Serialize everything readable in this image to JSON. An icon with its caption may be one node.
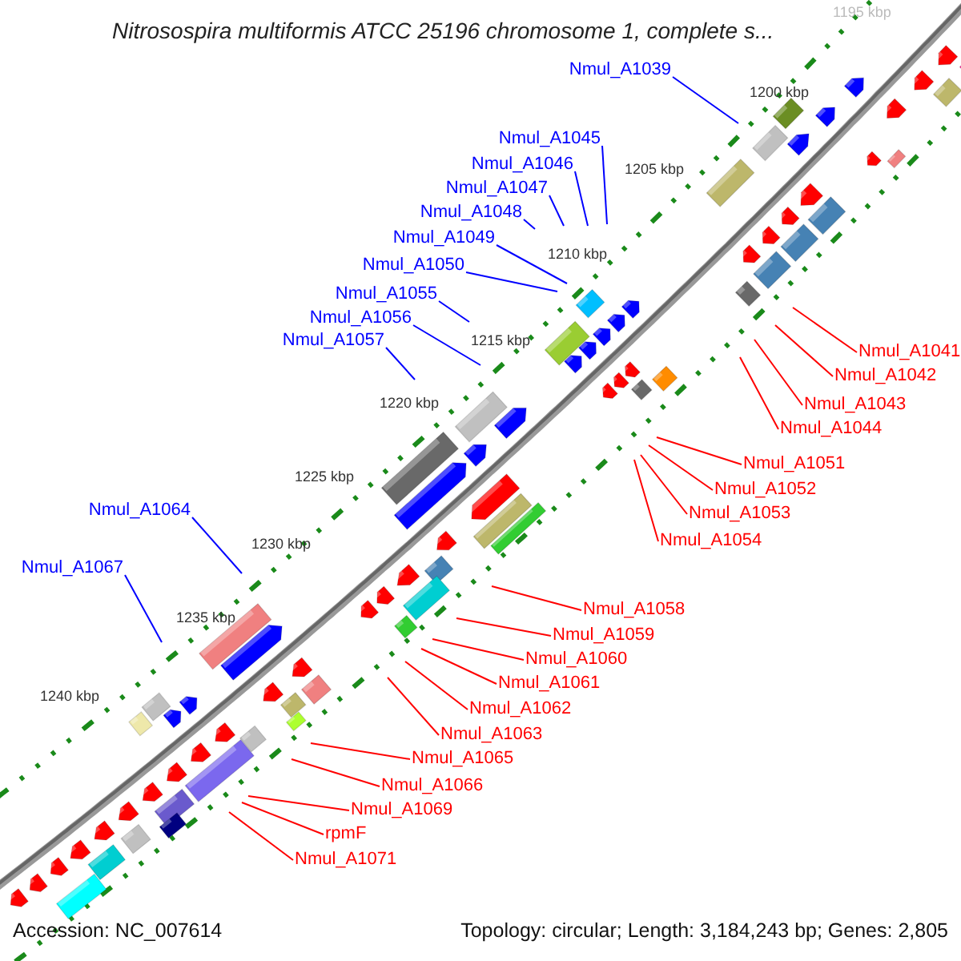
{
  "diagram": {
    "title": "Nitrosospira multiformis ATCC 25196 chromosome 1, complete s...",
    "nodes": [
      {
        "text": [
          "Nmul_A1039"
        ]
      },
      {
        "text": [
          "Nmul_A1045"
        ]
      },
      {
        "text": [
          "Nmul_A1046"
        ]
      },
      {
        "text": [
          "Nmul_A1047"
        ]
      },
      {
        "text": [
          "Nmul_A1048"
        ]
      },
      {
        "text": [
          "Nmul_A1049"
        ]
      },
      {
        "text": [
          "Nmul_A1050"
        ]
      },
      {
        "text": [
          "Nmul_A1055"
        ]
      },
      {
        "text": [
          "Nmul_A1056"
        ]
      },
      {
        "text": [
          "Nmul_A1057"
        ]
      },
      {
        "text": [
          "Nmul_A1041"
        ]
      },
      {
        "text": [
          "Nmul_A1042"
        ]
      },
      {
        "text": [
          "Nmul_A1043"
        ]
      },
      {
        "text": [
          "Nmul_A1044"
        ]
      },
      {
        "text": [
          "Nmul_A1051"
        ]
      },
      {
        "text": [
          "Nmul_A1052"
        ]
      },
      {
        "text": [
          "Nmul_A1064"
        ]
      },
      {
        "text": [
          "Nmul_A1053"
        ]
      },
      {
        "text": [
          "Nmul_A1054"
        ]
      },
      {
        "text": [
          "Nmul_A1067"
        ]
      },
      {
        "text": [
          "Nmul_A1058"
        ]
      },
      {
        "text": [
          "Nmul_A1059"
        ]
      },
      {
        "text": [
          "Nmul_A1060"
        ]
      },
      {
        "text": [
          "Nmul_A1061"
        ]
      },
      {
        "text": [
          "Nmul_A1062"
        ]
      },
      {
        "text": [
          "Nmul_A1063"
        ]
      },
      {
        "text": [
          "Nmul_A1065"
        ]
      },
      {
        "text": [
          "Nmul_A1066"
        ]
      },
      {
        "text": [
          "Nmul_A1069"
        ]
      },
      {
        "text": [
          "rpmF"
        ]
      },
      {
        "text": [
          "Nmul_A1071"
        ]
      }
    ],
    "edges": [
      {
        "from": 0,
        "to": null,
        "arrow": "none",
        "color": "#0000ff"
      },
      {
        "from": 1,
        "to": null,
        "arrow": "none",
        "color": "#0000ff"
      },
      {
        "from": 2,
        "to": null,
        "arrow": "none",
        "color": "#0000ff"
      },
      {
        "from": 3,
        "to": null,
        "arrow": "none",
        "color": "#0000ff"
      },
      {
        "from": 4,
        "to": null,
        "arrow": "none",
        "color": "#0000ff"
      },
      {
        "from": 5,
        "to": null,
        "arrow": "none",
        "color": "#0000ff"
      },
      {
        "from": 6,
        "to": null,
        "arrow": "none",
        "color": "#0000ff"
      },
      {
        "from": 7,
        "to": null,
        "arrow": "none",
        "color": "#0000ff"
      },
      {
        "from": 8,
        "to": null,
        "arrow": "none",
        "color": "#0000ff"
      },
      {
        "from": 9,
        "to": null,
        "arrow": "none",
        "color": "#0000ff"
      },
      {
        "from": 10,
        "to": null,
        "arrow": "none"
      },
      {
        "from": 11,
        "to": null,
        "arrow": "none"
      },
      {
        "from": 12,
        "to": null,
        "arrow": "none"
      },
      {
        "from": 13,
        "to": null,
        "arrow": "none"
      },
      {
        "from": 14,
        "to": null,
        "arrow": "none"
      },
      {
        "from": 15,
        "to": null,
        "arrow": "none"
      },
      {
        "from": 16,
        "to": null,
        "arrow": "none",
        "color": "#0000ff"
      },
      {
        "from": 17,
        "to": null,
        "arrow": "none"
      },
      {
        "from": 18,
        "to": null,
        "arrow": "none"
      },
      {
        "from": 19,
        "to": null,
        "arrow": "none",
        "color": "#0000ff"
      },
      {
        "from": 20,
        "to": null,
        "arrow": "none"
      },
      {
        "from": 21,
        "to": null,
        "arrow": "none"
      },
      {
        "from": 22,
        "to": null,
        "arrow": "none"
      },
      {
        "from": 23,
        "to": null,
        "arrow": "none"
      },
      {
        "from": 24,
        "to": null,
        "arrow": "none"
      },
      {
        "from": 25,
        "to": null,
        "arrow": "none"
      },
      {
        "from": 26,
        "to": null,
        "arrow": "none"
      },
      {
        "from": 27,
        "to": null,
        "arrow": "none"
      },
      {
        "from": 28,
        "to": null,
        "arrow": "none"
      },
      {
        "from": 29,
        "to": null,
        "arrow": "none"
      },
      {
        "from": 30,
        "to": null,
        "arrow": "none"
      }
    ],
    "labels": [
      "1195 kbp",
      "1200 kbp",
      "1205 kbp",
      "1210 kbp",
      "1215 kbp",
      "1220 kbp",
      "1225 kbp",
      "1230 kbp",
      "1235 kbp",
      "1240 kbp",
      "Accession: NC_007614",
      "Topology: circular; Length: 3,184,243 bp; Genes: 2,805"
    ]
  }
}
